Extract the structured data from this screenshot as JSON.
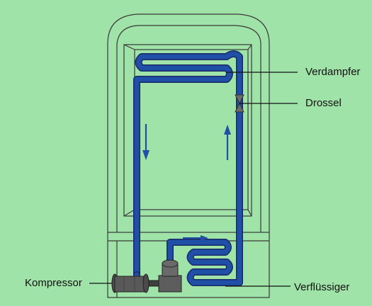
{
  "diagram": {
    "labels": {
      "evaporator": "Verdampfer",
      "throttle": "Drossel",
      "compressor": "Kompressor",
      "condenser": "Verflüssiger"
    },
    "colors": {
      "background": "#a0e3a8",
      "outline": "#3a3a3a",
      "pipe_fill": "#1f4fa6",
      "pipe_edge": "#1a2a66",
      "arrow": "#1f4fa6",
      "machine": "#5d5d5d"
    }
  }
}
